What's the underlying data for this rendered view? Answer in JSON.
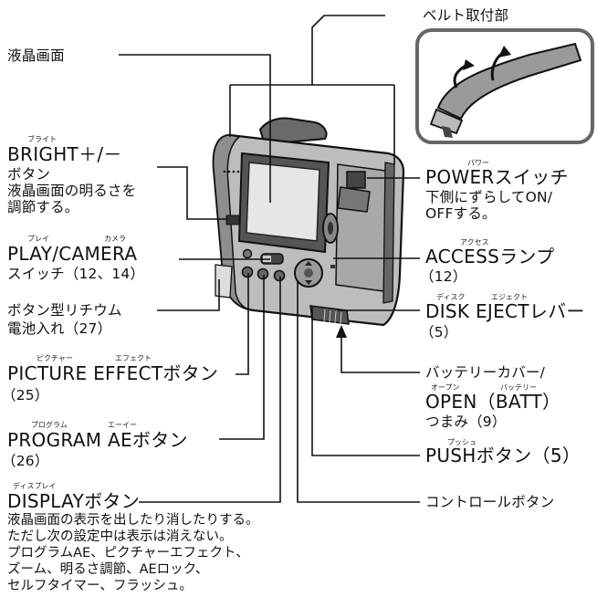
{
  "labels": {
    "belt": "ベルト取付部",
    "lcd": "液晶画面",
    "bright_rt": "ブライト",
    "bright_1": "BRIGHT＋/－",
    "bright_2": "ボタン",
    "bright_3": "液晶画面の明るさを",
    "bright_4": "調節する。",
    "play_rt1": "プレイ",
    "play_rt2": "カメラ",
    "play_1": "PLAY/CAMERA",
    "play_2": "スイッチ（12、14）",
    "battery_1": "ボタン型リチウム",
    "battery_2": "電池入れ（27）",
    "picture_rt1": "ピクチャー",
    "picture_rt2": "エフェクト",
    "picture_1": "PICTURE EFFECTボタン",
    "picture_2": "（25）",
    "program_rt1": "プログラム",
    "program_rt2": "エーイー",
    "program_1": "PROGRAM AEボタン",
    "program_2": "（26）",
    "display_rt": "ディスプレイ",
    "display_1": "DISPLAYボタン",
    "display_2": "液晶画面の表示を出したり消したりする。",
    "display_3": "ただし次の設定中は表示は消えない。",
    "display_4": "プログラムAE、ピクチャーエフェクト、",
    "display_5": "ズーム、明るさ調節、AEロック、",
    "display_6": "セルフタイマー、フラッシュ。",
    "power_rt": "パワー",
    "power_1": "POWERスイッチ",
    "power_2": "下側にずらしてON/",
    "power_3": "OFFする。",
    "access_rt": "アクセス",
    "access_1": "ACCESSランプ",
    "access_2": "（12）",
    "disk_rt1": "ディスク",
    "disk_rt2": "エジェクト",
    "disk_1": "DISK EJECTレバー",
    "disk_2": "（5）",
    "batt_1": "バッテリーカバー/",
    "batt_rt1": "オープン",
    "batt_rt2": "バッテリー",
    "batt_2": "OPEN（BATT）",
    "batt_3": "つまみ（9）",
    "push_rt": "プッシュ",
    "push_1": "PUSHボタン（5）",
    "control": "コントロールボタン"
  }
}
